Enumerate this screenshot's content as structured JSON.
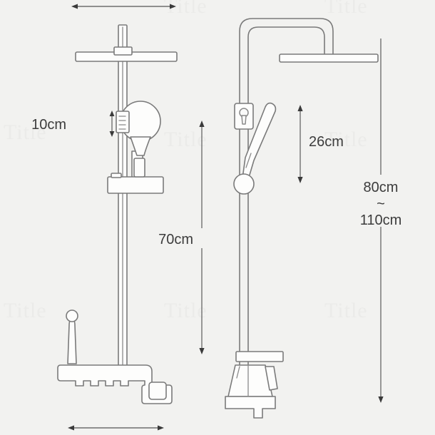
{
  "drawing": {
    "title": "Shower System Dimension Drawing",
    "background_color": "#f2f2f0",
    "line_color": "#7a7a7a",
    "dimension_color": "#3c3c3c",
    "units": "cm"
  },
  "dimensions": {
    "handheld_bracket_height": "10cm",
    "riser_travel": "70cm",
    "head_projection": "26cm",
    "install_height_range": "80cm\n~\n110cm",
    "install_height_min": "80cm",
    "install_height_tilde": "~",
    "install_height_max": "110cm"
  },
  "views": {
    "front": {
      "name": "front-view",
      "parts": [
        "rain-shower-head",
        "vertical-riser",
        "handheld-shower",
        "shelf-bracket",
        "faucet-body",
        "control-lever"
      ]
    },
    "side": {
      "name": "side-view",
      "parts": [
        "gooseneck-arm",
        "rain-shower-head",
        "vertical-riser",
        "wall-bracket",
        "handheld-shower",
        "slide-ring",
        "faucet-body"
      ]
    }
  },
  "watermarks": {
    "text": "Title"
  }
}
